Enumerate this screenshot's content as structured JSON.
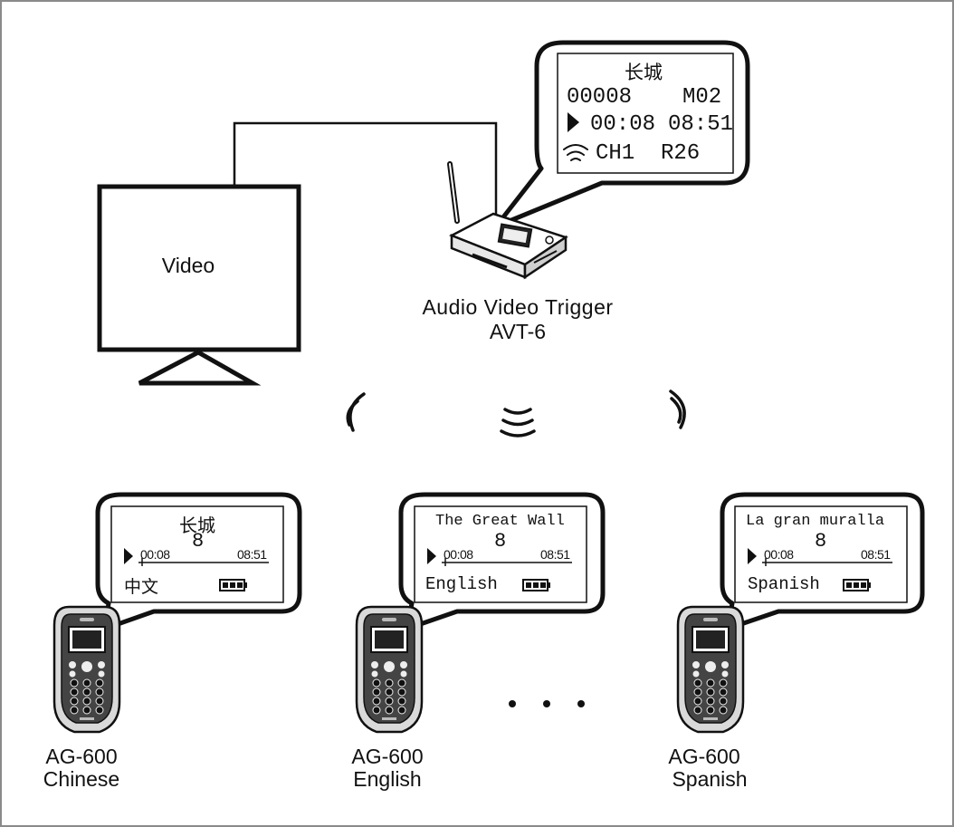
{
  "monitor": {
    "label": "Video"
  },
  "trigger": {
    "name": "Audio Video Trigger",
    "model": "AVT-6",
    "screen": {
      "title": "长城",
      "track": "00008",
      "mode": "M02",
      "elapsed": "00:08",
      "total": "08:51",
      "channel": "CH1",
      "receivers": "R26"
    }
  },
  "receivers": [
    {
      "model": "AG-600",
      "language_label": "Chinese",
      "screen": {
        "title": "长城",
        "track": "8",
        "elapsed": "00:08",
        "total": "08:51",
        "language": "中文"
      }
    },
    {
      "model": "AG-600",
      "language_label": "English",
      "screen": {
        "title": "The Great Wall",
        "track": "8",
        "elapsed": "00:08",
        "total": "08:51",
        "language": "English"
      }
    },
    {
      "model": "AG-600",
      "language_label": "Spanish",
      "screen": {
        "title": "La gran muralla",
        "track": "8",
        "elapsed": "00:08",
        "total": "08:51",
        "language": "Spanish"
      }
    }
  ]
}
